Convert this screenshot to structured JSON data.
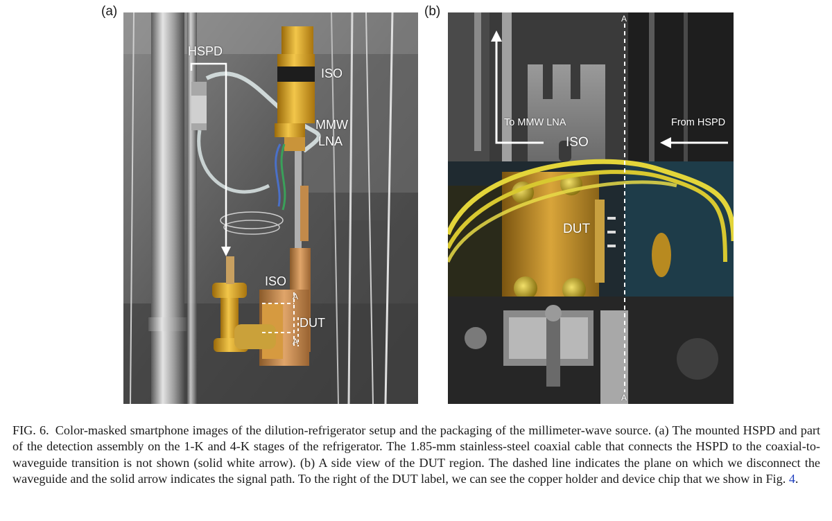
{
  "panel_a": {
    "label": "(a)",
    "annotations": {
      "hspd": "HSPD",
      "iso_top": "ISO",
      "mmw": "MMW",
      "lna": "LNA",
      "iso_bottom": "ISO",
      "dut": "DUT",
      "plane_top": "A",
      "plane_bottom": "A"
    }
  },
  "panel_b": {
    "label": "(b)",
    "annotations": {
      "plane_top": "A",
      "plane_bottom": "A",
      "to_lna": "To MMW LNA",
      "from_hspd": "From HSPD",
      "iso": "ISO",
      "dut": "DUT"
    }
  },
  "caption": {
    "figure_number": "FIG. 6.",
    "text_before_ref": "Color-masked smartphone images of the dilution-refrigerator setup and the packaging of the millimeter-wave source. (a) The mounted HSPD and part of the detection assembly on the 1-K and 4-K stages of the refrigerator. The 1.85-mm stainless-steel coaxial cable that connects the HSPD to the coaxial-to-waveguide transition is not shown (solid white arrow). (b) A side view of the DUT region. The dashed line indicates the plane on which we disconnect the waveguide and the solid arrow indicates the signal path. To the right of the DUT label, we can see the copper holder and device chip that we show in Fig.",
    "figure_ref": "4",
    "text_after_ref": "."
  },
  "colors": {
    "gold": "#d9a21a",
    "copper": "#c98a4a",
    "cable_yellow": "#e3d53a",
    "link_blue": "#1f3fbf"
  }
}
